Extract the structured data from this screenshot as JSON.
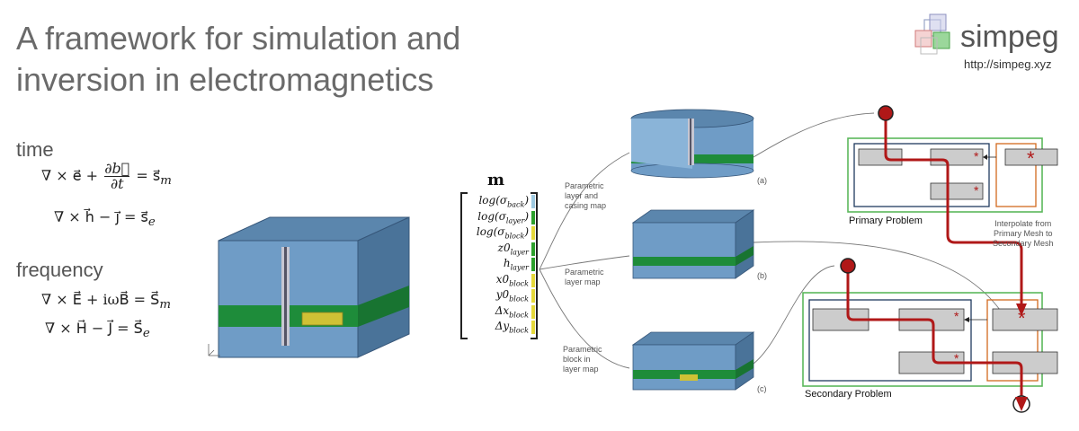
{
  "title": {
    "line1": "A framework for simulation and",
    "line2": "inversion in electromagnetics"
  },
  "logo": {
    "name": "simpeg",
    "url": "http://simpeg.xyz"
  },
  "time": {
    "label": "time",
    "eq1_lhs": "∇ × e⃗ +",
    "eq1_num": "∂b⃗",
    "eq1_den": "∂t",
    "eq1_rhs": "= s⃗",
    "eq1_sub": "m",
    "eq2": "∇ × h⃗ − j⃗ = s⃗",
    "eq2_sub": "e"
  },
  "frequency": {
    "label": "frequency",
    "eq1": "∇ × E⃗ + iωB⃗ = S⃗",
    "eq1_sub": "m",
    "eq2": "∇ × H⃗ − J⃗ = S⃗",
    "eq2_sub": "e"
  },
  "model_vector": {
    "symbol": "m",
    "items": [
      {
        "base": "log(σ",
        "sub": "back",
        "close": ")",
        "color": "#9ecae1"
      },
      {
        "base": "log(σ",
        "sub": "layer",
        "close": ")",
        "color": "#2ca02c"
      },
      {
        "base": "log(σ",
        "sub": "block",
        "close": ")",
        "color": "#e5d83a"
      },
      {
        "base": "z0",
        "sub": "layer",
        "close": "",
        "color": "#2ca02c"
      },
      {
        "base": "h",
        "sub": "layer",
        "close": "",
        "color": "#2ca02c"
      },
      {
        "base": "x0",
        "sub": "block",
        "close": "",
        "color": "#e5d83a"
      },
      {
        "base": "y0",
        "sub": "block",
        "close": "",
        "color": "#e5d83a"
      },
      {
        "base": "Δx",
        "sub": "block",
        "close": "",
        "color": "#e5d83a"
      },
      {
        "base": "Δy",
        "sub": "block",
        "close": "",
        "color": "#e5d83a"
      }
    ]
  },
  "maps": {
    "map_a": [
      "Parametric",
      "layer and",
      "casing map"
    ],
    "map_b": [
      "Parametric",
      "layer map"
    ],
    "map_c": [
      "Parametric",
      "block in",
      "layer map"
    ],
    "label_a": "(a)",
    "label_b": "(b)",
    "label_c": "(c)"
  },
  "problems": {
    "primary": "Primary Problem",
    "secondary": "Secondary Problem",
    "interpolate": [
      "Interpolate from",
      "Primary Mesh to",
      "Secondary Mesh"
    ],
    "star": "*"
  },
  "colors": {
    "earth_top": "#5b86ad",
    "earth_front": "#6f9cc6",
    "earth_side": "#4a7399",
    "layer": "#1e8c3a",
    "block": "#cfc135",
    "arrow": "#b01818",
    "green_frame": "#5cb85c",
    "orange_frame": "#d2691e",
    "navy_frame": "#1f3a5f",
    "cell": "#cccccc",
    "axis_icon": "axes-icon"
  }
}
